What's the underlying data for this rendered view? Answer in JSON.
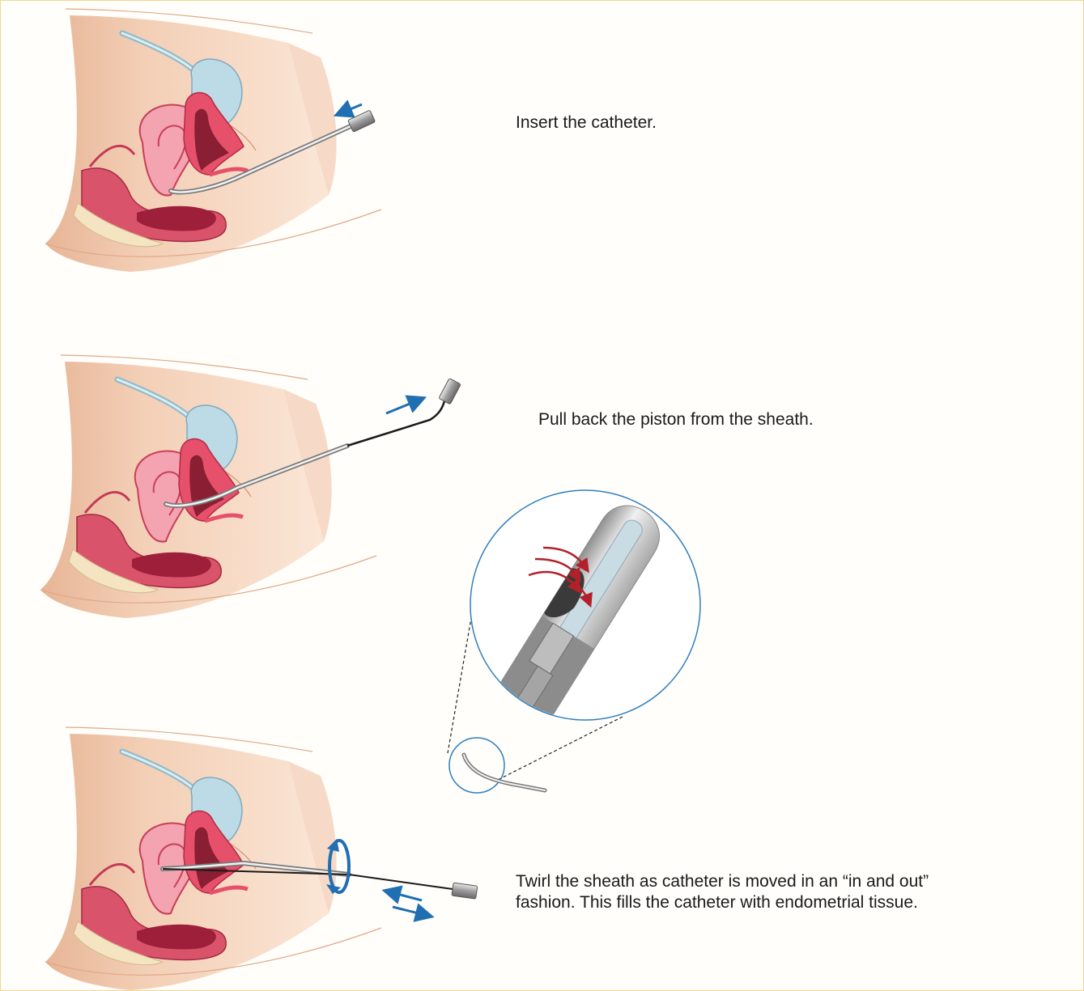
{
  "steps": [
    {
      "id": 1,
      "caption": "Insert the catheter."
    },
    {
      "id": 2,
      "caption": "Pull back the piston from the sheath."
    },
    {
      "id": 3,
      "caption": "Twirl the sheath as catheter is moved in an “in and out”\nfashion. This fills the catheter with endometrial tissue."
    }
  ],
  "colors": {
    "skin": "#f7dcc6",
    "skin_shadow": "#e9b89a",
    "uterus_wall": "#e7506a",
    "uterus_inner": "#f4a3b0",
    "bladder": "#bcdbe6",
    "rectum": "#c43a54",
    "arrow_blue": "#1f6fb2",
    "suction_red": "#b3202a",
    "catheter_gray": "#9a9a9a",
    "magnifier_ring": "#2f7fbf"
  },
  "icons": [
    "blue-direction-arrow",
    "rotation-arrow",
    "suction-arrows",
    "magnifier-circle"
  ]
}
